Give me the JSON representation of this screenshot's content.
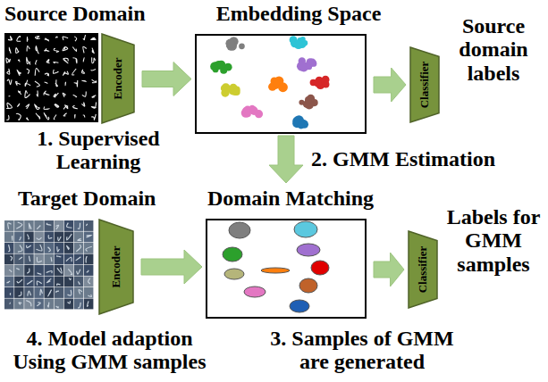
{
  "diagram": {
    "nodes": [
      {
        "text": [
          "Source Domain"
        ]
      },
      {
        "text": [
          "Encoder"
        ]
      },
      {
        "text": [
          "Embedding Space"
        ]
      },
      {
        "text": [
          "Classifier"
        ]
      },
      {
        "text": [
          "Target Domain"
        ]
      },
      {
        "text": [
          "Encoder"
        ]
      },
      {
        "text": [
          "Domain Matching"
        ]
      },
      {
        "text": [
          "Classifier"
        ]
      }
    ],
    "edges": [
      {
        "from": 1,
        "to": 2,
        "arrow": "to"
      },
      {
        "from": 2,
        "to": 3,
        "arrow": "to"
      },
      {
        "from": 2,
        "to": 6,
        "arrow": "to",
        "label": "2. GMM Estimation"
      },
      {
        "from": 5,
        "to": 6,
        "arrow": "to"
      },
      {
        "from": 6,
        "to": 7,
        "arrow": "to"
      }
    ],
    "labels": [
      "Source domain labels",
      "1. Supervised Learning",
      "Labels for GMM samples",
      "4. Model adaption Using GMM samples",
      "3. Samples of GMM are generated"
    ]
  }
}
